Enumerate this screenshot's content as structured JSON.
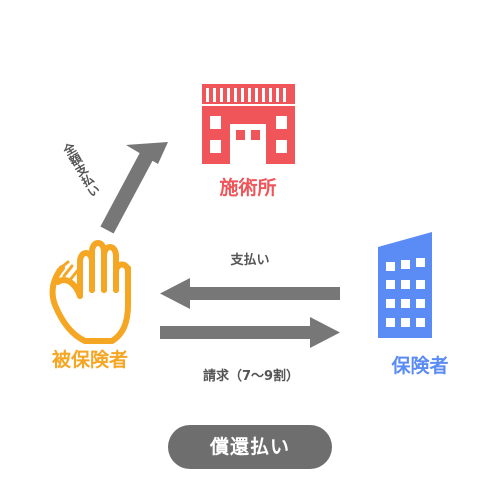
{
  "nodes": {
    "facility": {
      "label": "施術所",
      "color": "#f0555a"
    },
    "insured": {
      "label": "被保険者",
      "color": "#f5a623"
    },
    "insurer": {
      "label": "保険者",
      "color": "#5b8cf5"
    }
  },
  "arrows": {
    "full_payment": "全額支払い",
    "payment": "支払い",
    "claim": "請求（7〜9割）"
  },
  "badge": {
    "label": "償還払い",
    "color": "#6e6e6e"
  },
  "arrow_color": "#777777"
}
